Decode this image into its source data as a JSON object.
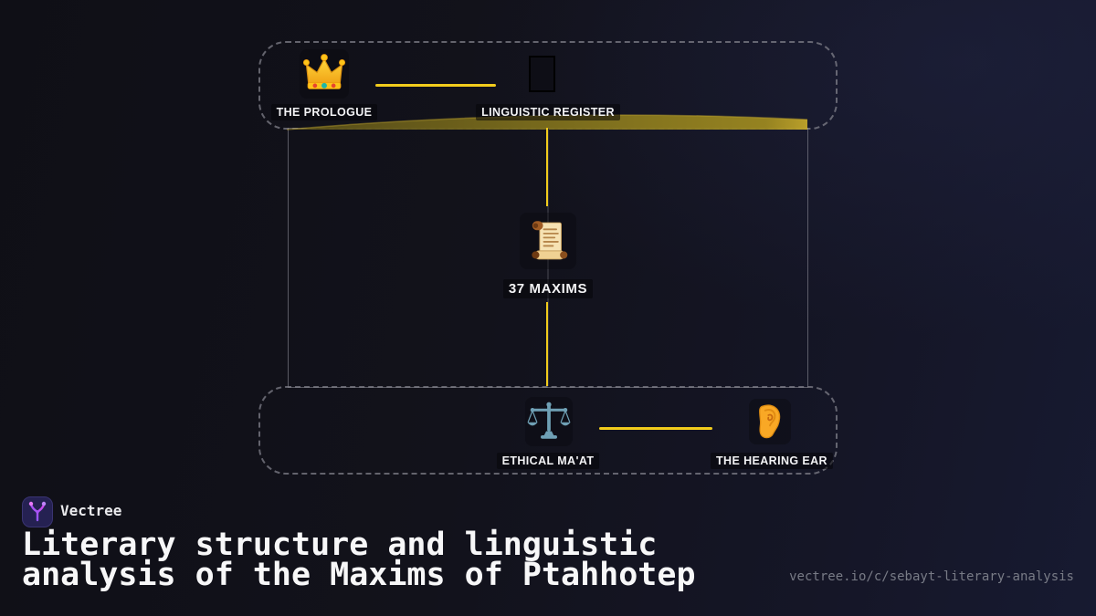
{
  "diagram": {
    "prologue": {
      "icon": "crown",
      "label": "THE PROLOGUE"
    },
    "register": {
      "icon": "missing-glyph",
      "label": "LINGUISTIC REGISTER"
    },
    "maxims": {
      "icon": "scroll",
      "label": "37 MAXIMS"
    },
    "maat": {
      "icon": "scales",
      "label": "ETHICAL MA'AT"
    },
    "hearing": {
      "icon": "ear",
      "label": "THE HEARING EAR"
    }
  },
  "footer": {
    "brand": "Vectree",
    "title_line1": "Literary structure and linguistic",
    "title_line2": "analysis of the Maxims of Ptahhotep",
    "url": "vectree.io/c/sebayt-literary-analysis"
  },
  "colors": {
    "accent_yellow": "#f2cc1c",
    "arc_olive": "#7d6e1c",
    "scales_blue": "#6fa0b5",
    "ear_orange": "#f9a825",
    "background": "#12121c"
  }
}
